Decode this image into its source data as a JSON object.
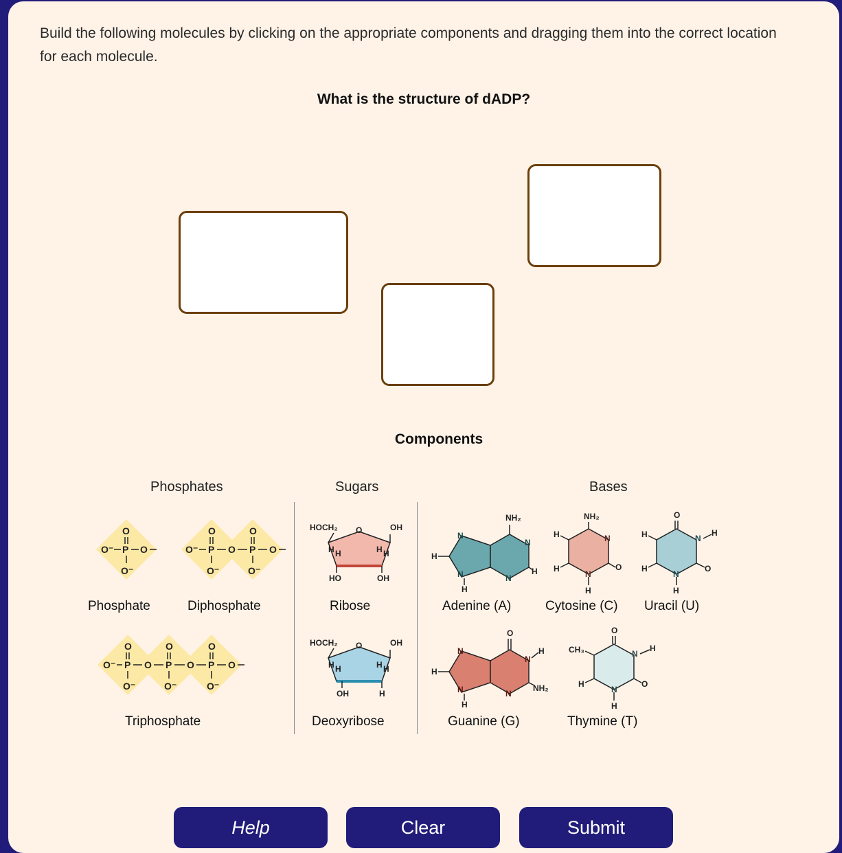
{
  "instructions": "Build the following molecules by clicking on the appropriate components and dragging them into the correct location for each molecule.",
  "question": "What is the structure of dADP?",
  "components_title": "Components",
  "categories": {
    "phosphates": "Phosphates",
    "sugars": "Sugars",
    "bases": "Bases"
  },
  "components": {
    "phosphate": "Phosphate",
    "diphosphate": "Diphosphate",
    "triphosphate": "Triphosphate",
    "ribose": "Ribose",
    "deoxyribose": "Deoxyribose",
    "adenine": "Adenine (A)",
    "cytosine": "Cytosine (C)",
    "uracil": "Uracil (U)",
    "guanine": "Guanine (G)",
    "thymine": "Thymine (T)"
  },
  "buttons": {
    "help": "Help",
    "clear": "Clear",
    "submit": "Submit"
  },
  "colors": {
    "phosphate_fill": "#fde9a6",
    "ribose_fill": "#f3b8ac",
    "deoxyribose_fill": "#a9d4e6",
    "adenine_fill": "#6aa8ad",
    "guanine_fill": "#d98070",
    "cytosine_fill": "#eab0a2",
    "uracil_fill": "#a9cfd6",
    "thymine_fill": "#d9ebeb",
    "button_bg": "#211c7a"
  }
}
